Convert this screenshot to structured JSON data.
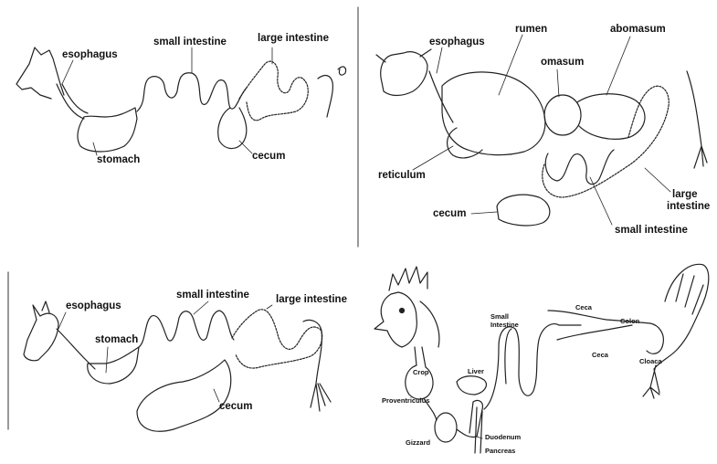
{
  "diagrams": {
    "pig": {
      "esophagus": "esophagus",
      "small_intestine": "small intestine",
      "large_intestine": "large intestine",
      "stomach": "stomach",
      "cecum": "cecum"
    },
    "cow": {
      "esophagus": "esophagus",
      "rumen": "rumen",
      "omasum": "omasum",
      "abomasum": "abomasum",
      "reticulum": "reticulum",
      "cecum": "cecum",
      "large_intestine_line1": "large",
      "large_intestine_line2": "intestine",
      "small_intestine": "small intestine"
    },
    "horse": {
      "esophagus": "esophagus",
      "stomach": "stomach",
      "small_intestine": "small intestine",
      "large_intestine": "large intestine",
      "cecum": "cecum"
    },
    "chicken": {
      "small_intestine_line1": "Small",
      "small_intestine_line2": "Intestine",
      "ceca_top": "Ceca",
      "colon": "Colon",
      "ceca_bottom": "Ceca",
      "crop": "Crop",
      "liver": "Liver",
      "cloaca": "Cloaca",
      "proventriculus": "Proventriculus",
      "duodenum": "Duodenum",
      "gizzard": "Gizzard",
      "pancreas": "Pancreas"
    }
  }
}
